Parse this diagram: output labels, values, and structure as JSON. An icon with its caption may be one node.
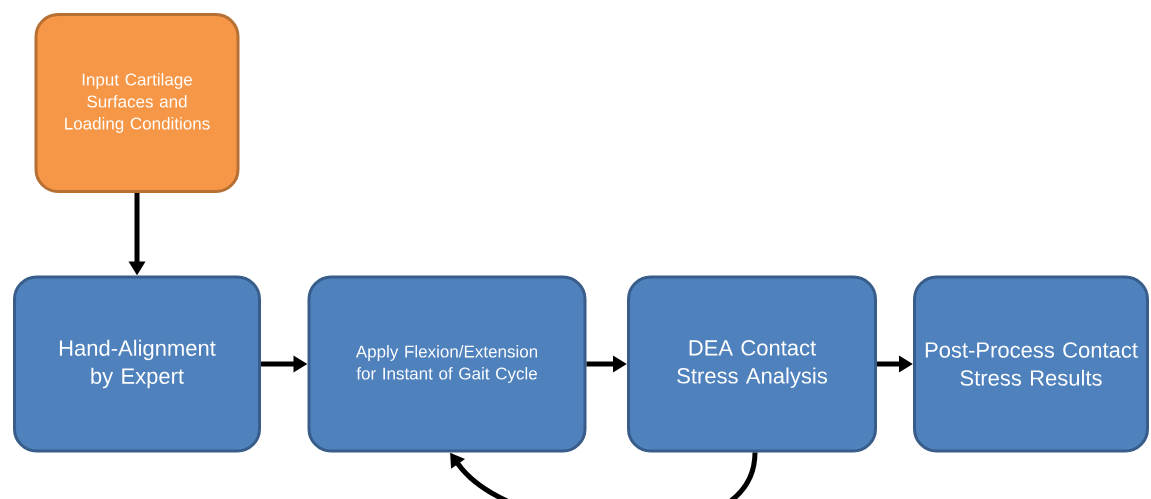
{
  "diagram": {
    "nodes": [
      {
        "text": [
          "Input Cartilage Surfaces and Loading Conditions"
        ]
      },
      {
        "text": [
          "Hand-Alignment by Expert"
        ]
      },
      {
        "text": [
          "Apply Flexion/Extension for Instant of Gait Cycle"
        ]
      },
      {
        "text": [
          "DEA Contact Stress Analysis"
        ]
      },
      {
        "text": [
          "Post-Process Contact Stress Results"
        ]
      }
    ],
    "edges": [
      {
        "from": 0,
        "to": 1,
        "arrow": "to"
      },
      {
        "from": 1,
        "to": 2,
        "arrow": "to"
      },
      {
        "from": 2,
        "to": 3,
        "arrow": "to"
      },
      {
        "from": 3,
        "to": 4,
        "arrow": "to"
      },
      {
        "from": 3,
        "to": 2,
        "arrow": "to"
      }
    ]
  }
}
